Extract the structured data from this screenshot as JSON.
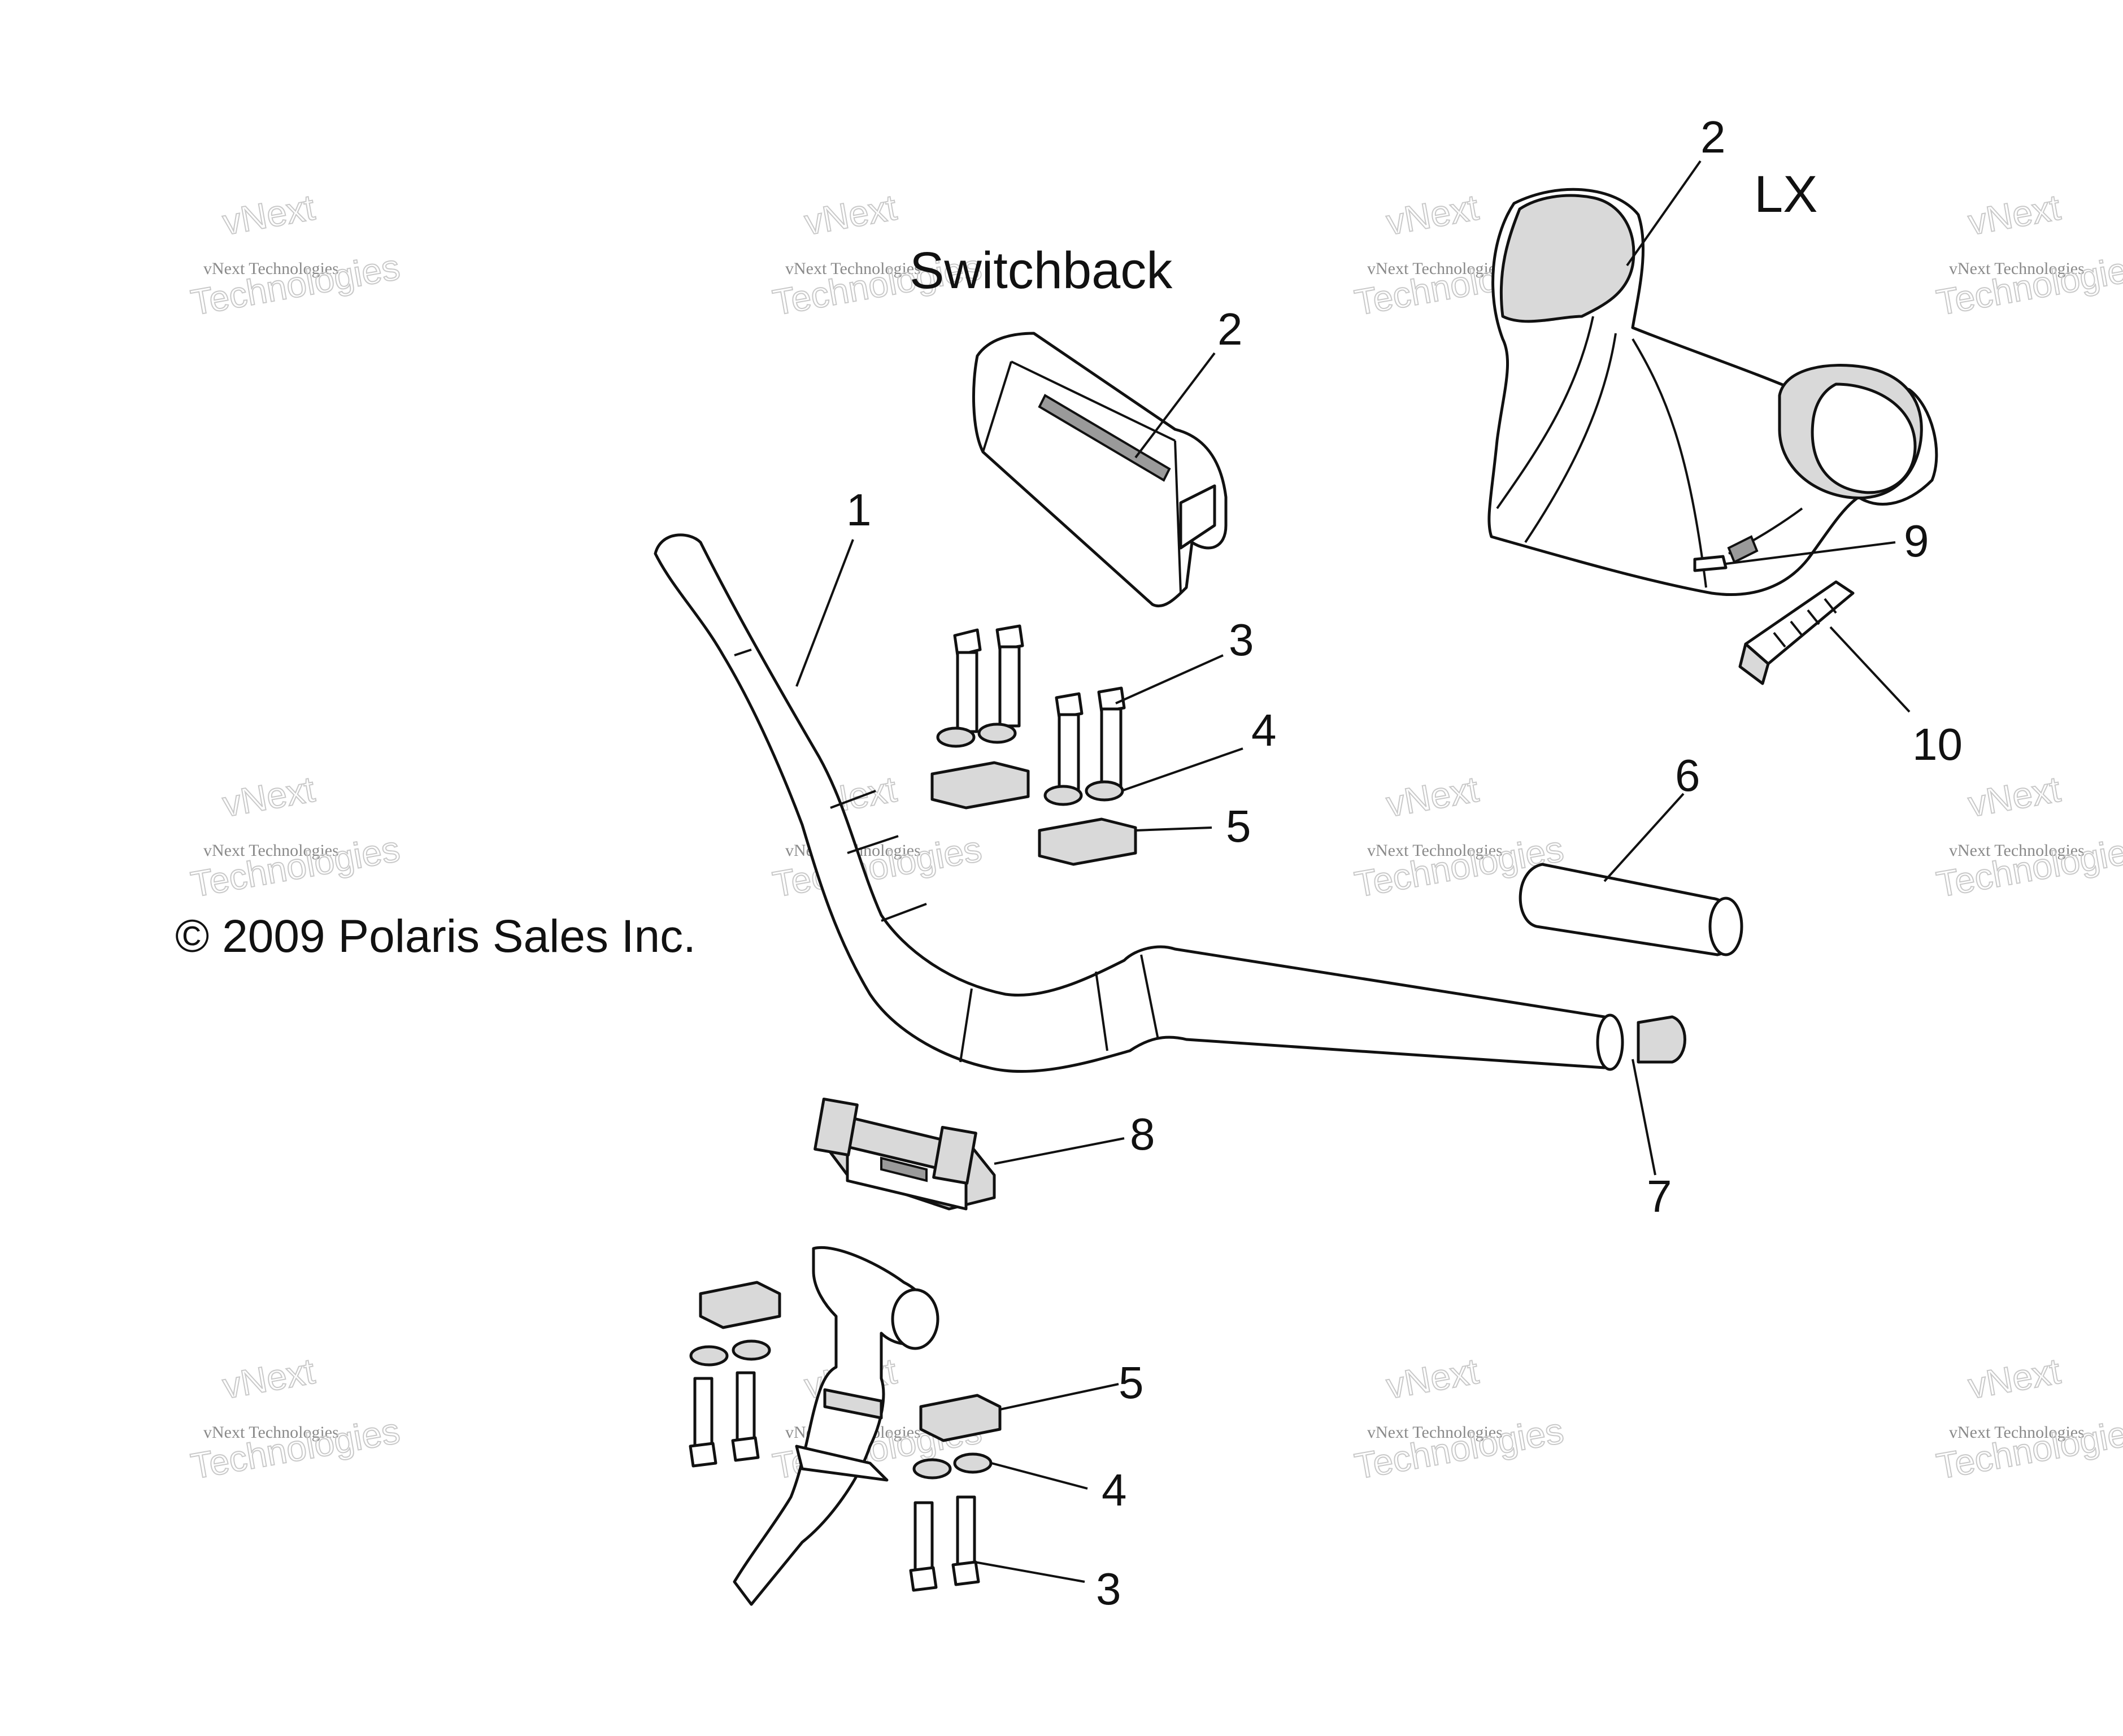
{
  "labels": {
    "switchback": "Switchback",
    "lx": "LX",
    "copyright": "© 2009 Polaris Sales Inc."
  },
  "callouts": [
    "1",
    "2",
    "2",
    "3",
    "4",
    "5",
    "6",
    "7",
    "8",
    "9",
    "10",
    "5",
    "4",
    "3"
  ],
  "watermark": {
    "line_small": "vNext Technologies",
    "line_big_a": "vNext",
    "line_big_b": "Technologies"
  },
  "colors": {
    "ink": "#111111",
    "watermark": "#c9c9c9"
  }
}
